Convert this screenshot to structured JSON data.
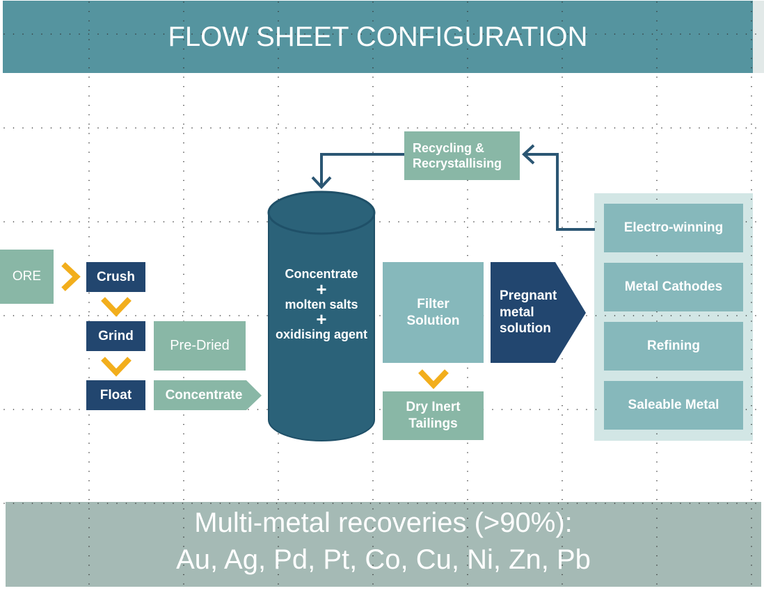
{
  "header": {
    "title": "FLOW SHEET CONFIGURATION"
  },
  "colors": {
    "header_bg": "#55949f",
    "navy": "#22466f",
    "sage": "#89b7a6",
    "teal": "#86b8bb",
    "cylinder": "#2b6279",
    "arrow_orange": "#f2ae1c",
    "connector": "#2b5673",
    "panel_bg": "#d2e6e5",
    "footer_bg": "#a5bab5"
  },
  "input": {
    "ore": "ORE"
  },
  "steps": {
    "crush": "Crush",
    "grind": "Grind",
    "float": "Float",
    "pre_dried": "Pre-Dried",
    "concentrate": "Concentrate"
  },
  "reactor": {
    "line1": "Concentrate",
    "plus1": "+",
    "line2": "molten salts",
    "plus2": "+",
    "line3": "oxidising agent"
  },
  "recycle": {
    "line1": "Recycling &",
    "line2": "Recrystallising"
  },
  "filter": {
    "line1": "Filter",
    "line2": "Solution"
  },
  "tailings": {
    "line1": "Dry Inert",
    "line2": "Tailings"
  },
  "pregnant": {
    "line1": "Pregnant",
    "line2": "metal",
    "line3": "solution"
  },
  "outputs": [
    "Electro-winning",
    "Metal Cathodes",
    "Refining",
    "Saleable Metal"
  ],
  "footer": {
    "line1": "Multi-metal recoveries (>90%):",
    "line2": "Au, Ag, Pd, Pt, Co, Cu, Ni, Zn, Pb"
  }
}
